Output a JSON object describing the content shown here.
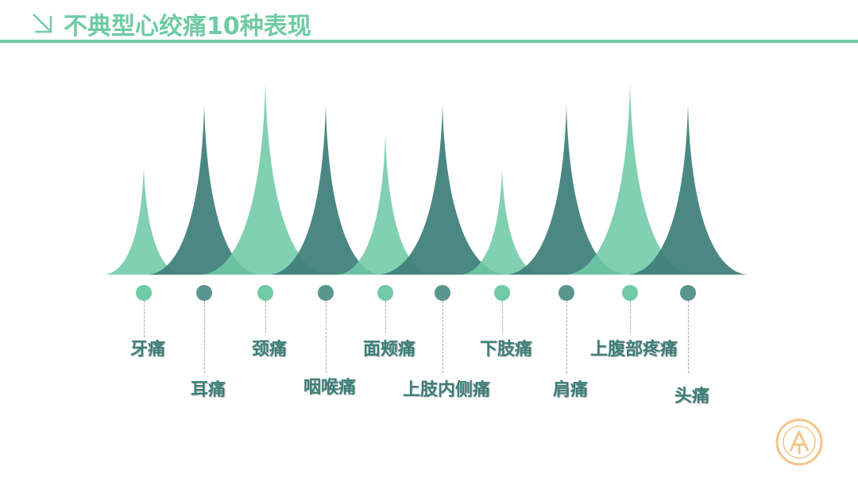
{
  "header": {
    "title": "不典型心绞痛10种表现",
    "icon": "diagonal-arrow-icon"
  },
  "colors": {
    "light": "#6fcaa6",
    "dark": "#3c7e78",
    "accent_header": "#6fcaa6",
    "seal": "#f3c58a"
  },
  "pains": [
    {
      "label": "牙痛",
      "tone": "light"
    },
    {
      "label": "耳痛",
      "tone": "dark"
    },
    {
      "label": "颈痛",
      "tone": "light"
    },
    {
      "label": "咽喉痛",
      "tone": "dark"
    },
    {
      "label": "面颊痛",
      "tone": "light"
    },
    {
      "label": "上肢内侧痛",
      "tone": "dark"
    },
    {
      "label": "下肢痛",
      "tone": "light"
    },
    {
      "label": "肩痛",
      "tone": "dark"
    },
    {
      "label": "上腹部疼痛",
      "tone": "light"
    },
    {
      "label": "头痛",
      "tone": "dark"
    }
  ],
  "seal": {
    "icon": "badge-logo-icon"
  }
}
